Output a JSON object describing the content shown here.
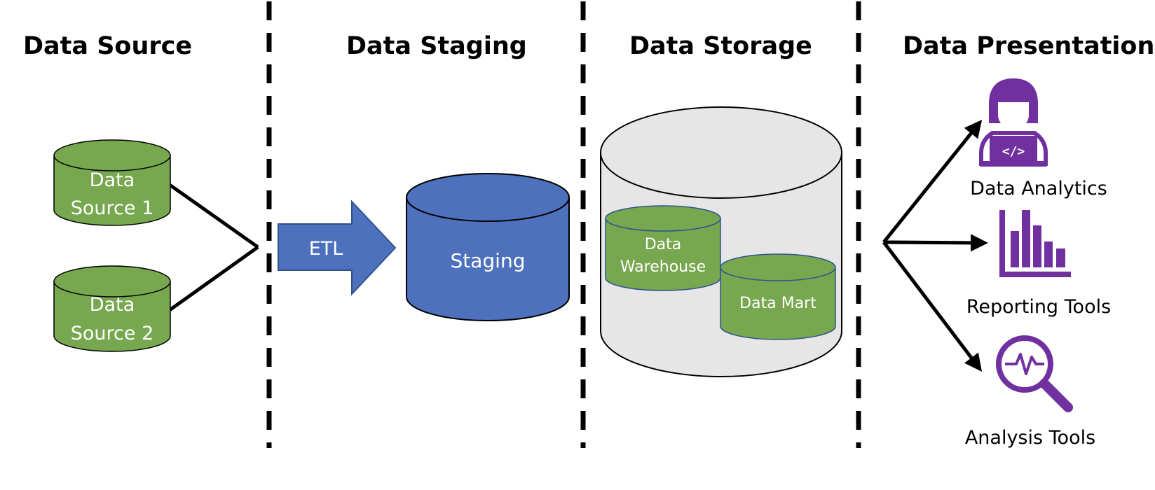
{
  "headers": {
    "source": "Data Source",
    "staging": "Data Staging",
    "storage": "Data Storage",
    "presentation": "Data Presentation"
  },
  "sources": [
    {
      "line1": "Data",
      "line2": "Source 1"
    },
    {
      "line1": "Data",
      "line2": "Source 2"
    }
  ],
  "etl": "ETL",
  "staging": "Staging",
  "storage": {
    "warehouse_line1": "Data",
    "warehouse_line2": "Warehouse",
    "mart": "Data Mart"
  },
  "presentation": {
    "analytics": "Data Analytics",
    "reporting": "Reporting Tools",
    "analysis": "Analysis Tools"
  },
  "colors": {
    "green": "#77a74f",
    "blue": "#4e71be",
    "gray": "#e6e6e6",
    "purple": "#7030a0"
  }
}
